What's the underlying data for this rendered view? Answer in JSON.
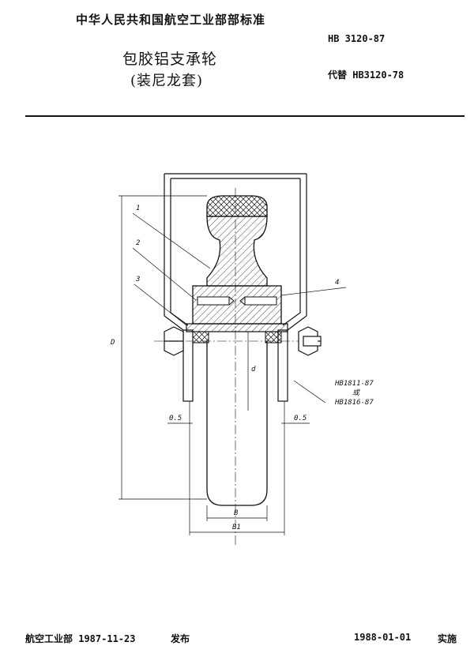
{
  "header": {
    "organization": "中华人民共和国航空工业部部标准",
    "title": "包胶铝支承轮",
    "subtitle": "(装尼龙套)",
    "standard_no": "HB 3120-87",
    "replaces": "代替 HB3120-78"
  },
  "drawing": {
    "callouts": [
      "1",
      "2",
      "3",
      "4"
    ],
    "dims": {
      "D": "D",
      "d": "d",
      "B": "B",
      "B1": "B1",
      "gap_left": "0.5",
      "gap_right": "0.5"
    },
    "bearing_ref_1": "HB1811-87",
    "bearing_ref_or": "或",
    "bearing_ref_2": "HB1816-87"
  },
  "footer": {
    "issuer": "航空工业部 1987-11-23",
    "issue_word": "发布",
    "effective": "1988-01-01",
    "effective_word": "实施"
  }
}
